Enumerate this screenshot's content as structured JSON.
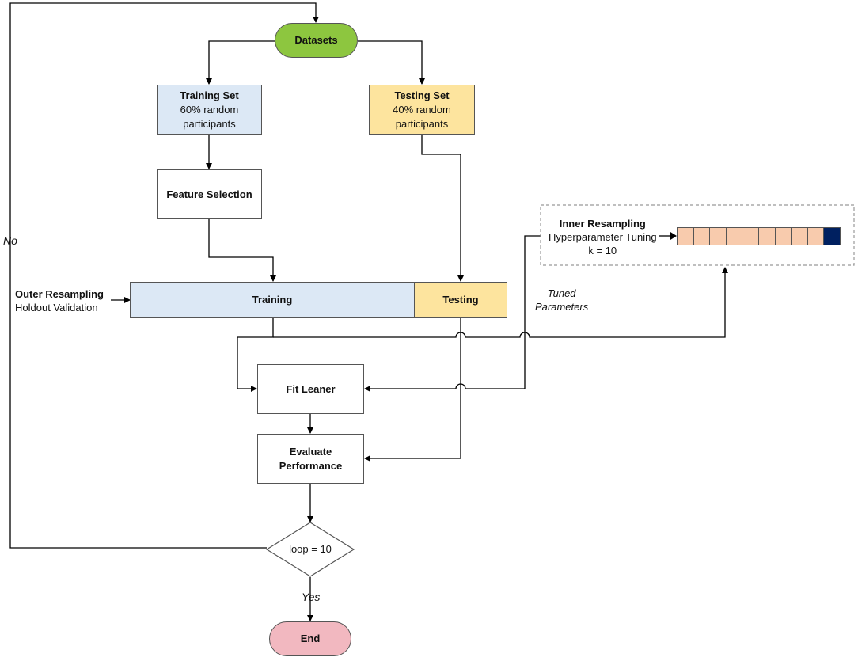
{
  "nodes": {
    "datasets": "Datasets",
    "training_set": {
      "title": "Training Set",
      "line1": "60% random",
      "line2": "participants"
    },
    "testing_set": {
      "title": "Testing Set",
      "line1": "40% random",
      "line2": "participants"
    },
    "feature_selection": "Feature Selection",
    "training_bar": "Training",
    "testing_bar": "Testing",
    "fit_learner": "Fit Leaner",
    "evaluate": {
      "line1": "Evaluate",
      "line2": "Performance"
    },
    "loop": "loop = 10",
    "end": "End"
  },
  "labels": {
    "outer_title": "Outer Resampling",
    "outer_sub": "Holdout Validation",
    "inner_title": "Inner Resampling",
    "inner_sub": "Hyperparameter Tuning",
    "inner_k": "k = 10",
    "tuned_1": "Tuned",
    "tuned_2": "Parameters",
    "no": "No",
    "yes": "Yes"
  },
  "folds": {
    "light_count": 9,
    "dark_count": 1
  },
  "colors": {
    "datasets": "#8dc63f",
    "training": "#dce8f5",
    "testing": "#fde49e",
    "fold_light": "#f8cbad",
    "fold_dark": "#002060",
    "end": "#f2b8c0",
    "line": "#000000"
  }
}
